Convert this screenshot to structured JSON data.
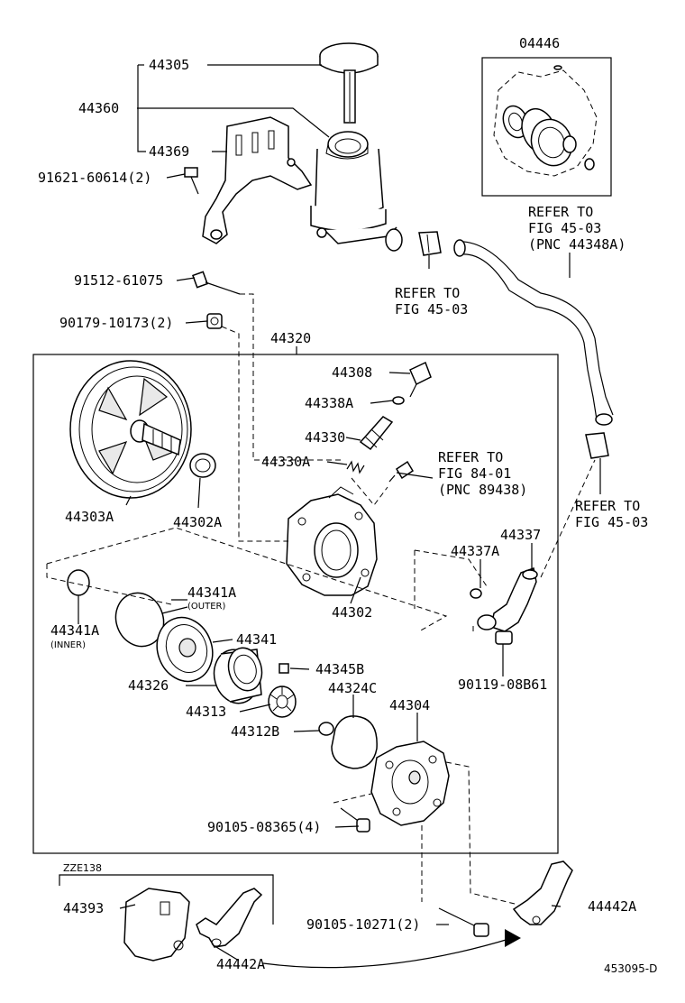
{
  "parts": {
    "p04446": "04446",
    "p44305": "44305",
    "p44360": "44360",
    "p44369": "44369",
    "p91621": "91621-60614(2)",
    "p91512": "91512-61075",
    "p90179": "90179-10173(2)",
    "p44320": "44320",
    "p44308": "44308",
    "p44338A": "44338A",
    "p44330": "44330",
    "p44330A": "44330A",
    "p44303A": "44303A",
    "p44302A": "44302A",
    "p44302": "44302",
    "p44337": "44337",
    "p44337A": "44337A",
    "p90119": "90119-08B61",
    "p44341A_outer": "44341A",
    "p44341A_inner": "44341A",
    "p44341": "44341",
    "p44326": "44326",
    "p44345B": "44345B",
    "p44324C": "44324C",
    "p44313": "44313",
    "p44312B": "44312B",
    "p44304": "44304",
    "p90105a": "90105-08365(4)",
    "p44393": "44393",
    "p44442A_left": "44442A",
    "p44442A_right": "44442A",
    "p90105b": "90105-10271(2)"
  },
  "notes": {
    "outer": "(OUTER)",
    "inner": "(INNER)",
    "zze": "ZZE138",
    "diagram_id": "453095-D"
  },
  "refs": {
    "r1_line1": "REFER TO",
    "r1_line2": "FIG 45-03",
    "r1_line3": "(PNC 44348A)",
    "r2_line1": "REFER TO",
    "r2_line2": "FIG 45-03",
    "r3_line1": "REFER TO",
    "r3_line2": "FIG 84-01",
    "r3_line3": "(PNC 89438)",
    "r4_line1": "REFER TO",
    "r4_line2": "FIG 45-03"
  }
}
